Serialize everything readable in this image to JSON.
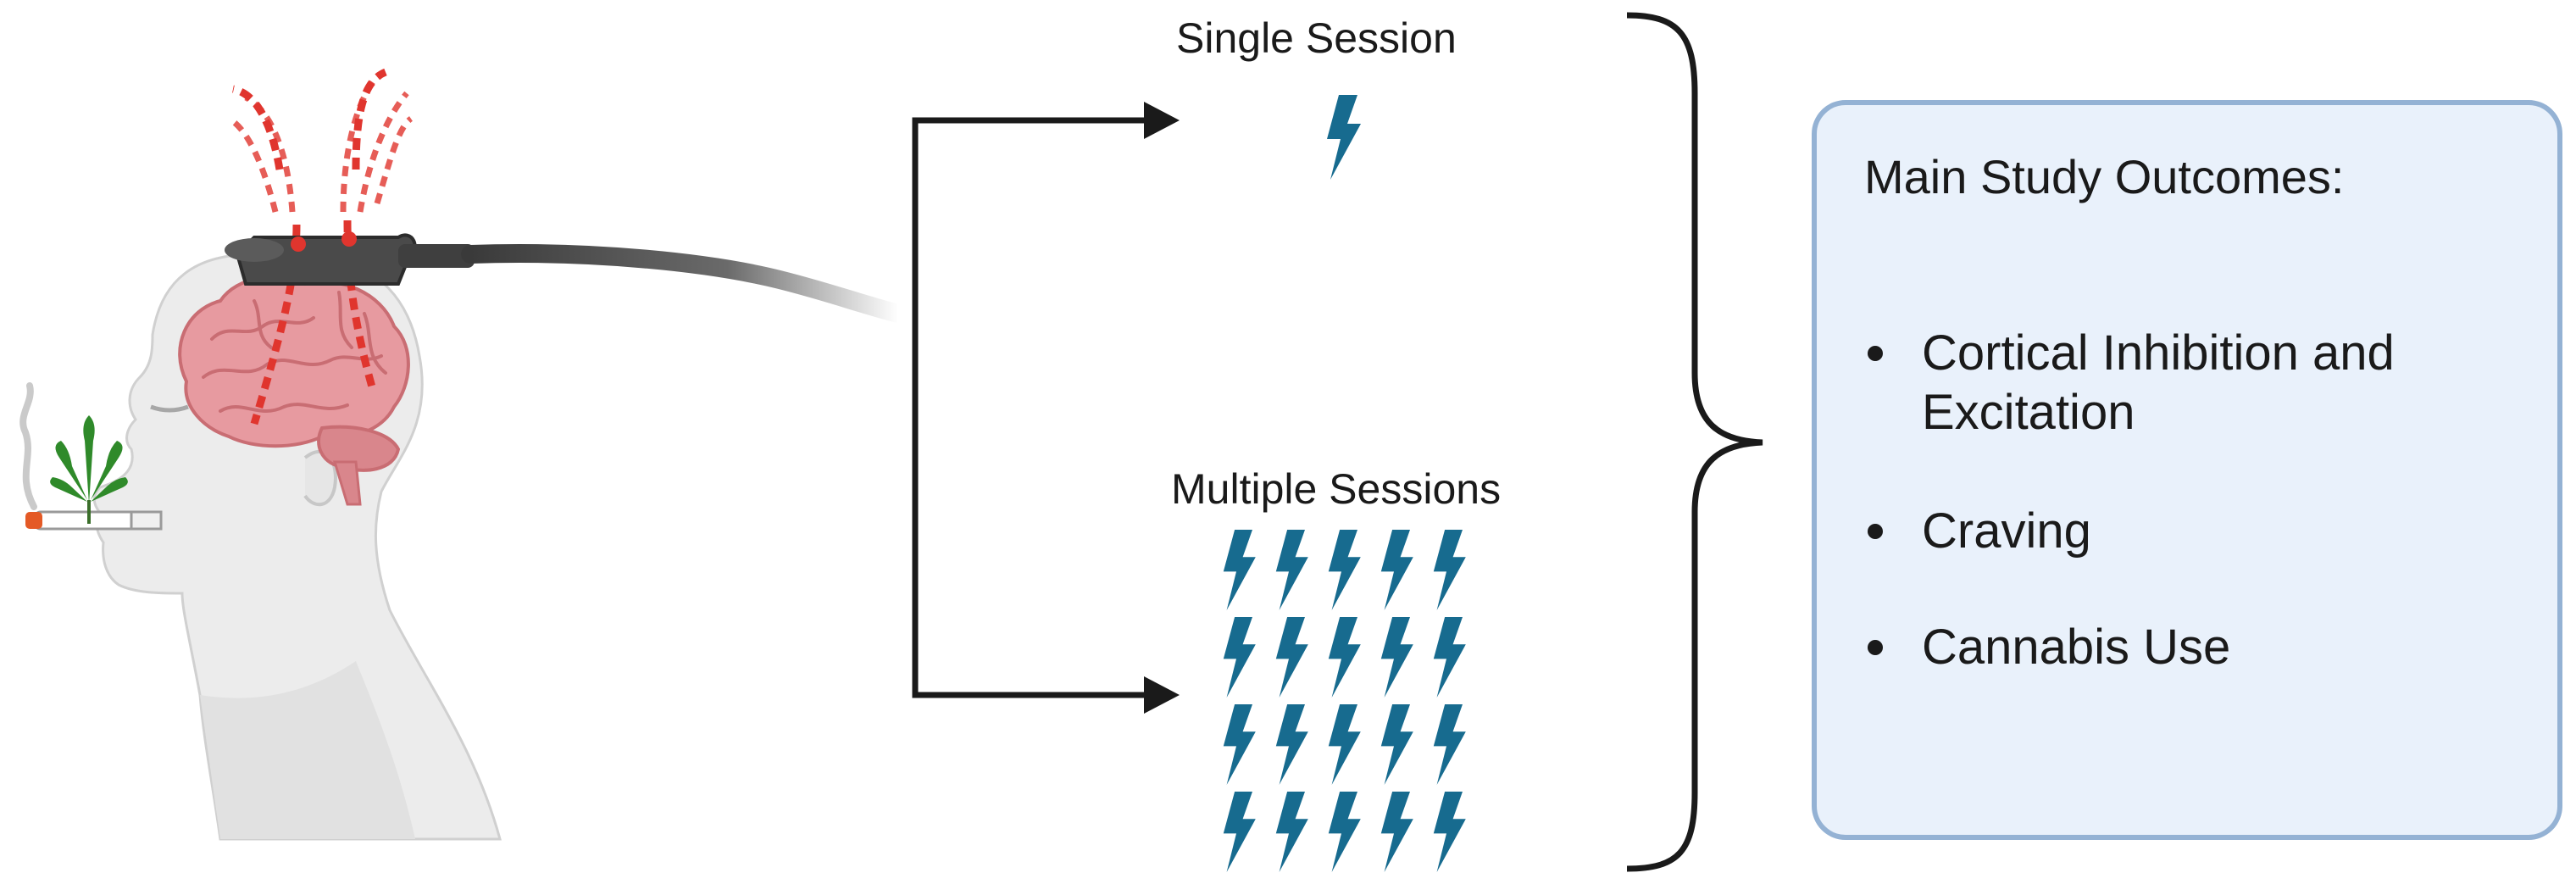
{
  "single_label": "Single Session",
  "multiple_label": "Multiple Sessions",
  "outcomes": {
    "title": "Main Study Outcomes:",
    "items": [
      "Cortical Inhibition and Excitation",
      "Craving",
      "Cannabis Use"
    ]
  },
  "colors": {
    "bolt": "#176b8f",
    "brain": "#e79aa0",
    "box_fill": "#e9f1fb",
    "box_border": "#94b2d4",
    "signal": "#e0352e",
    "leaf": "#2f8a2a"
  },
  "icons": {
    "single": "lightning-bolt-icon",
    "multiple": "lightning-bolt-icon",
    "leaf": "cannabis-leaf-icon",
    "device": "tms-coil-icon"
  },
  "multiple_grid": {
    "rows": 4,
    "cols": 5
  }
}
